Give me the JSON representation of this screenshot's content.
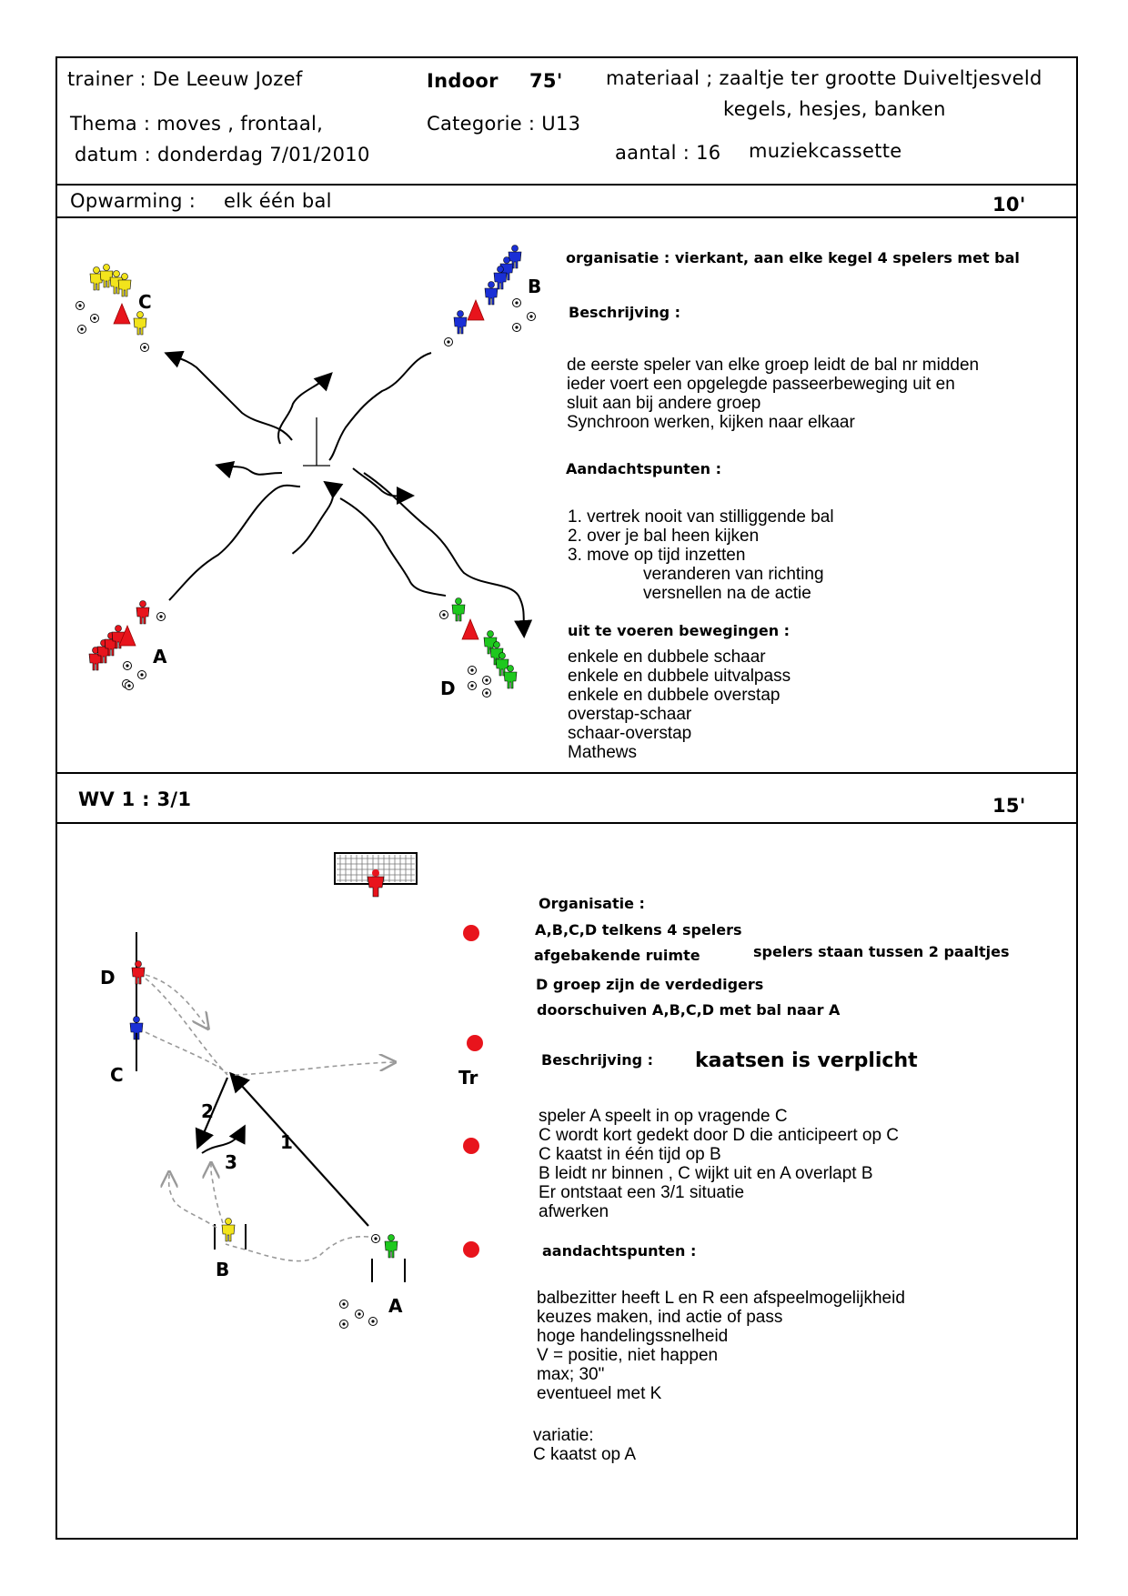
{
  "header": {
    "trainer": "trainer : De Leeuw Jozef",
    "location": "Indoor",
    "duration": "75'",
    "material_line1": "materiaal ; zaaltje ter grootte Duiveltjesveld",
    "material_line2": "kegels, hesjes, banken",
    "theme": "Thema : moves , frontaal,",
    "category": "Categorie : U13",
    "date": "datum : donderdag 7/01/2010",
    "count": "aantal : 16",
    "material_line3": "muziekcassette"
  },
  "warmup": {
    "title_label": "Opwarming :",
    "title_value": "elk één bal",
    "time": "10'",
    "organisation_label": "organisatie : vierkant, aan elke kegel 4 spelers met bal",
    "description_label": "Beschrijving :",
    "description": [
      "de eerste speler van elke groep leidt de bal nr midden",
      "ieder voert een opgelegde passeerbeweging uit en",
      "sluit aan bij andere groep",
      "Synchroon werken, kijken naar elkaar"
    ],
    "attention_label": "Aandachtspunten :",
    "attention": [
      "1. vertrek nooit van stilliggende bal",
      "2. over je bal heen kijken",
      "3. move op tijd inzetten",
      "veranderen van richting",
      "versnellen na de actie"
    ],
    "moves_label": "uit te voeren bewegingen :",
    "moves": [
      "enkele en dubbele schaar",
      "enkele en dubbele uitvalpass",
      "enkele en dubbele overstap",
      "overstap-schaar",
      "schaar-overstap",
      "Mathews"
    ],
    "groups": {
      "a": "A",
      "b": "B",
      "c": "C",
      "d": "D"
    },
    "colors": {
      "a": "#e8141c",
      "b": "#1a2fd6",
      "c": "#f2e41c",
      "d": "#1ec81e",
      "cone": "#e8141c"
    }
  },
  "exercise": {
    "title": "WV 1 : 3/1",
    "time": "15'",
    "organisation_label": "Organisatie :",
    "organisation": [
      "A,B,C,D telkens 4 spelers",
      "afgebakende ruimte",
      "spelers staan tussen 2 paaltjes",
      "D groep zijn de verdedigers",
      "doorschuiven A,B,C,D met bal naar A"
    ],
    "description_label": "Beschrijving :",
    "emphasis": "kaatsen is verplicht",
    "description": [
      "speler A speelt in op vragende C",
      "C wordt kort gedekt door D die anticipeert op C",
      "C kaatst in één tijd op B",
      "B leidt nr binnen , C wijkt uit en A overlapt B",
      "Er ontstaat een 3/1 situatie",
      "afwerken"
    ],
    "attention_label": "aandachtspunten :",
    "attention": [
      "balbezitter heeft L en R een afspeelmogelijkheid",
      "keuzes maken, ind actie of pass",
      "hoge handelingssnelheid",
      "V = positie, niet happen",
      "max; 30\"",
      "eventueel met K"
    ],
    "variation": [
      "variatie:",
      "C kaatst op A"
    ],
    "diagram_labels": {
      "d": "D",
      "c": "C",
      "b": "B",
      "a": "A",
      "trainer": "Tr",
      "pass1": "1",
      "pass2": "2",
      "pass3": "3"
    }
  }
}
